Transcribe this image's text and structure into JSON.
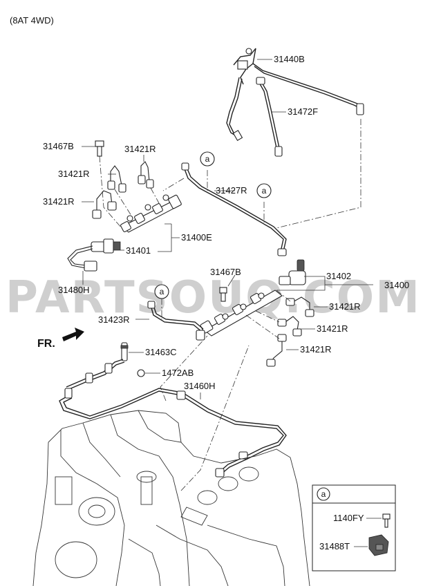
{
  "header": {
    "title": "(8AT 4WD)"
  },
  "watermark": "PARTSOUQ.COM",
  "direction": {
    "label": "FR."
  },
  "callout_symbol": "a",
  "labels": {
    "p31440B": "31440B",
    "p31472F": "31472F",
    "p31467B_top": "31467B",
    "p31421R_1": "31421R",
    "p31421R_2": "31421R",
    "p31421R_3": "31421R",
    "p31427R": "31427R",
    "p31400E": "31400E",
    "p31401": "31401",
    "p31480H": "31480H",
    "p31467B_mid": "31467B",
    "p31402": "31402",
    "p31400": "31400",
    "p31421R_4": "31421R",
    "p31421R_5": "31421R",
    "p31421R_6": "31421R",
    "p31423R": "31423R",
    "p31463C": "31463C",
    "p1472AB": "1472AB",
    "p31460H": "31460H"
  },
  "inset": {
    "symbol": "a",
    "p1140FY": "1140FY",
    "p31488T": "31488T"
  }
}
